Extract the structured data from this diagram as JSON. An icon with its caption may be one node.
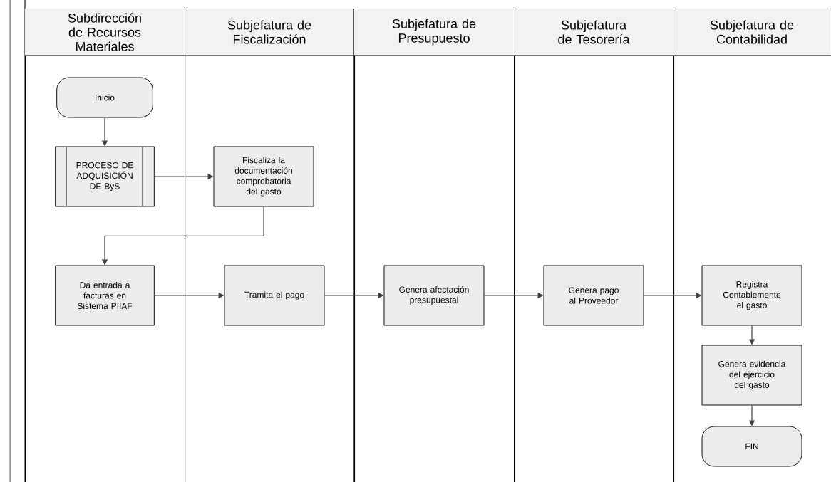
{
  "diagram": {
    "nodes": [
      {
        "text": [
          "Subdirección de Recursos Materiales"
        ]
      },
      {
        "text": [
          "Subjefatura de Fiscalización"
        ]
      },
      {
        "text": [
          "Subjefatura de Presupuesto"
        ]
      },
      {
        "text": [
          "Subjefatura de Tesorería"
        ]
      },
      {
        "text": [
          "Subjefatura de Contabilidad"
        ]
      },
      {
        "text": [
          "Inicio"
        ],
        "in": 0
      },
      {
        "text": [
          "PROCESO DE ADQUISICIÓN DE ByS"
        ],
        "in": 0
      },
      {
        "text": [
          "Fiscaliza la documentación comprobatoria del gasto"
        ],
        "in": 1
      },
      {
        "text": [
          "Da entrada a facturas en Sistema PIIAF"
        ],
        "in": 0
      },
      {
        "text": [
          "Tramita el pago"
        ],
        "in": 1
      },
      {
        "text": [
          "Genera afectación presupuestal"
        ],
        "in": 2
      },
      {
        "text": [
          "Genera pago al Proveedor"
        ],
        "in": 3
      },
      {
        "text": [
          "Registra Contablemente el gasto"
        ],
        "in": 4
      },
      {
        "text": [
          "Genera evidencia del ejercicio del gasto"
        ],
        "in": 4
      },
      {
        "text": [
          "FIN"
        ],
        "in": 4
      }
    ],
    "edges": [
      {
        "from": 5,
        "to": 6,
        "arrow": "to"
      },
      {
        "from": 6,
        "to": 7,
        "arrow": "to"
      },
      {
        "from": 7,
        "to": 8,
        "arrow": "to"
      },
      {
        "from": 8,
        "to": 9,
        "arrow": "to"
      },
      {
        "from": 9,
        "to": 10,
        "arrow": "to"
      },
      {
        "from": 10,
        "to": 11,
        "arrow": "to"
      },
      {
        "from": 11,
        "to": 12,
        "arrow": "to"
      },
      {
        "from": 12,
        "to": 13,
        "arrow": "to"
      },
      {
        "from": 13,
        "to": 14,
        "arrow": "to"
      }
    ]
  }
}
